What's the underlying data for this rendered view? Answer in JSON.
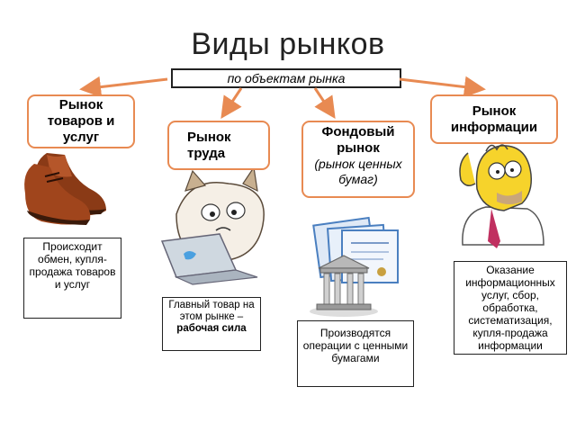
{
  "title": "Виды рынков",
  "subtitle": "по объектам рынка",
  "categories": [
    {
      "label": "Рынок товаров и услуг",
      "description": "Происходит обмен, купля-продажа товаров и услуг"
    },
    {
      "label": "Рынок труда",
      "description_prefix": "Главный товар на этом рынке –",
      "description_bold": "рабочая сила"
    },
    {
      "label": "Фондовый рынок",
      "label_note": "(рынок ценных бумаг)",
      "description": "Производятся операции с ценными бумагами"
    },
    {
      "label": "Рынок информации",
      "description": "Оказание информационных услуг, сбор, обработка, систематизация, купля-продажа информации"
    }
  ],
  "colors": {
    "arrow": "#e88a52",
    "box_border": "#e88a52",
    "text": "#000000"
  },
  "icons": [
    "shoes-icon",
    "cat-laptop-icon",
    "certificates-icon",
    "bank-building-icon",
    "cartoon-man-icon"
  ]
}
